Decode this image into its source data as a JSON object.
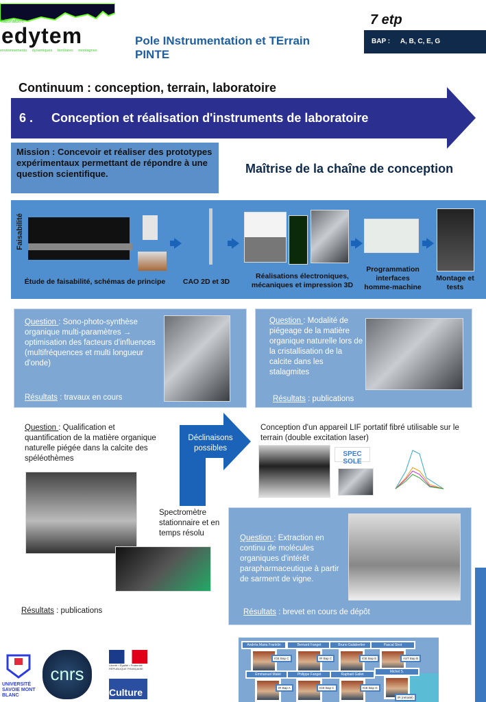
{
  "header": {
    "logo": {
      "top": "laboratoire",
      "name": "edytem",
      "tagline": "environnements dynamiques territoires montagnes"
    },
    "title_line1": "Pole INstrumentation et TErrain",
    "title_line2": "PINTE",
    "etp": "7 etp",
    "bap_label": "BAP :",
    "bap_values": "A, B, C, E, G"
  },
  "continuum": "Continuum : conception, terrain, laboratoire",
  "banner": {
    "number": "6 .",
    "title": "Conception et réalisation d'instruments de laboratoire"
  },
  "mission": "Mission : Concevoir et réaliser des prototypes expérimentaux permettant de répondre à une question scientifique.",
  "chain_title": "Maîtrise de la chaîne de conception",
  "process": {
    "side_label": "Faisabilité",
    "steps": [
      "Étude de faisabilité, schémas de principe",
      "CAO 2D et 3D",
      "Réalisations électroniques, mécaniques et impression 3D",
      "Programmation interfaces homme-machine",
      "Montage et tests"
    ]
  },
  "projects": {
    "q_label": "Question ",
    "r_label": "Résultats",
    "p1": {
      "question": ": Sono-photo-synthèse organique multi-paramètres → optimisation des facteurs d'influences (multifréquences et multi longueur d'onde)",
      "result": " : travaux en cours"
    },
    "p2": {
      "question": ": Modalité de piégeage de la matière organique naturelle lors de la cristallisation de la calcite dans les stalagmites",
      "result": " :  publications"
    },
    "p3": {
      "question": ": Qualification et quantification de la matière organique naturelle piégée dans la calcite des spéléothèmes",
      "result": " : publications",
      "caption": "Spectromètre stationnaire et en temps résolu"
    },
    "declinaisons": "Déclinaisons possibles",
    "lif": "Conception d'un appareil LIF portatif fibré utilisable sur le terrain (double excitation laser)",
    "specsole": "SPEC SOLE",
    "p4": {
      "question": ": Extraction en continu de molécules organiques d'intérêt parapharmaceutique à partir de sarment de vigne.",
      "result": " : brevet en cours de dépôt"
    }
  },
  "team": [
    {
      "name": "Andréa Maria Franklin",
      "tag": "IGE Bap C"
    },
    {
      "name": "Bernard Fanget",
      "tag": "IR Bap C"
    },
    {
      "name": "Bruno Galabertier",
      "tag": "IGE Bap E"
    },
    {
      "name": "Pascal Sirot",
      "tag": "AST Bap B"
    },
    {
      "name": "Emmanuel Malet",
      "tag": "IR Bap A"
    },
    {
      "name": "Philippe Fanget",
      "tag": "IGE Bap C"
    },
    {
      "name": "Raphaël Gallet",
      "tag": "IGE Bap G"
    },
    {
      "name": "Michel S.",
      "tag": "IR (retraité)"
    }
  ],
  "footer_logos": {
    "usmb": "UNIVERSITÉ SAVOIE MONT BLANC",
    "cnrs": "cnrs",
    "republique": "Liberté • Égalité • Fraternité RÉPUBLIQUE FRANÇAISE",
    "culture": "Culture"
  },
  "colors": {
    "navy": "#0f2a4a",
    "banner": "#2b2f8f",
    "title_blue": "#1f5fa0",
    "box_blue": "#7fa7d4",
    "process_blue": "#4f8fcf"
  }
}
